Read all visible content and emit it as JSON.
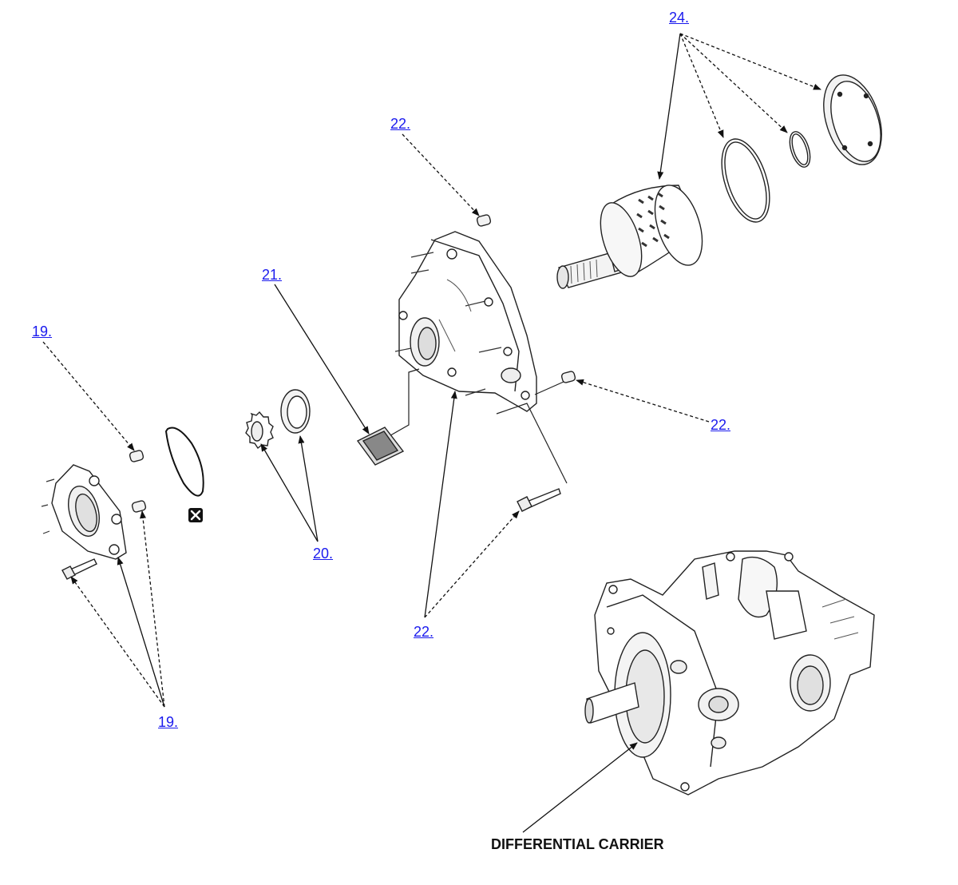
{
  "callouts": {
    "c24": "24.",
    "c22_top": "22.",
    "c21": "21.",
    "c19_top": "19.",
    "c22_right": "22.",
    "c20": "20.",
    "c22_bottom": "22.",
    "c19_bottom": "19."
  },
  "caption": {
    "differential_carrier": "DIFFERENTIAL CARRIER"
  },
  "icons": {
    "delete_marker": "x-box-icon"
  },
  "colors": {
    "link": "#1a1aee",
    "line": "#111111",
    "part_fill": "#ffffff",
    "part_shade": "#e6e6e6"
  }
}
